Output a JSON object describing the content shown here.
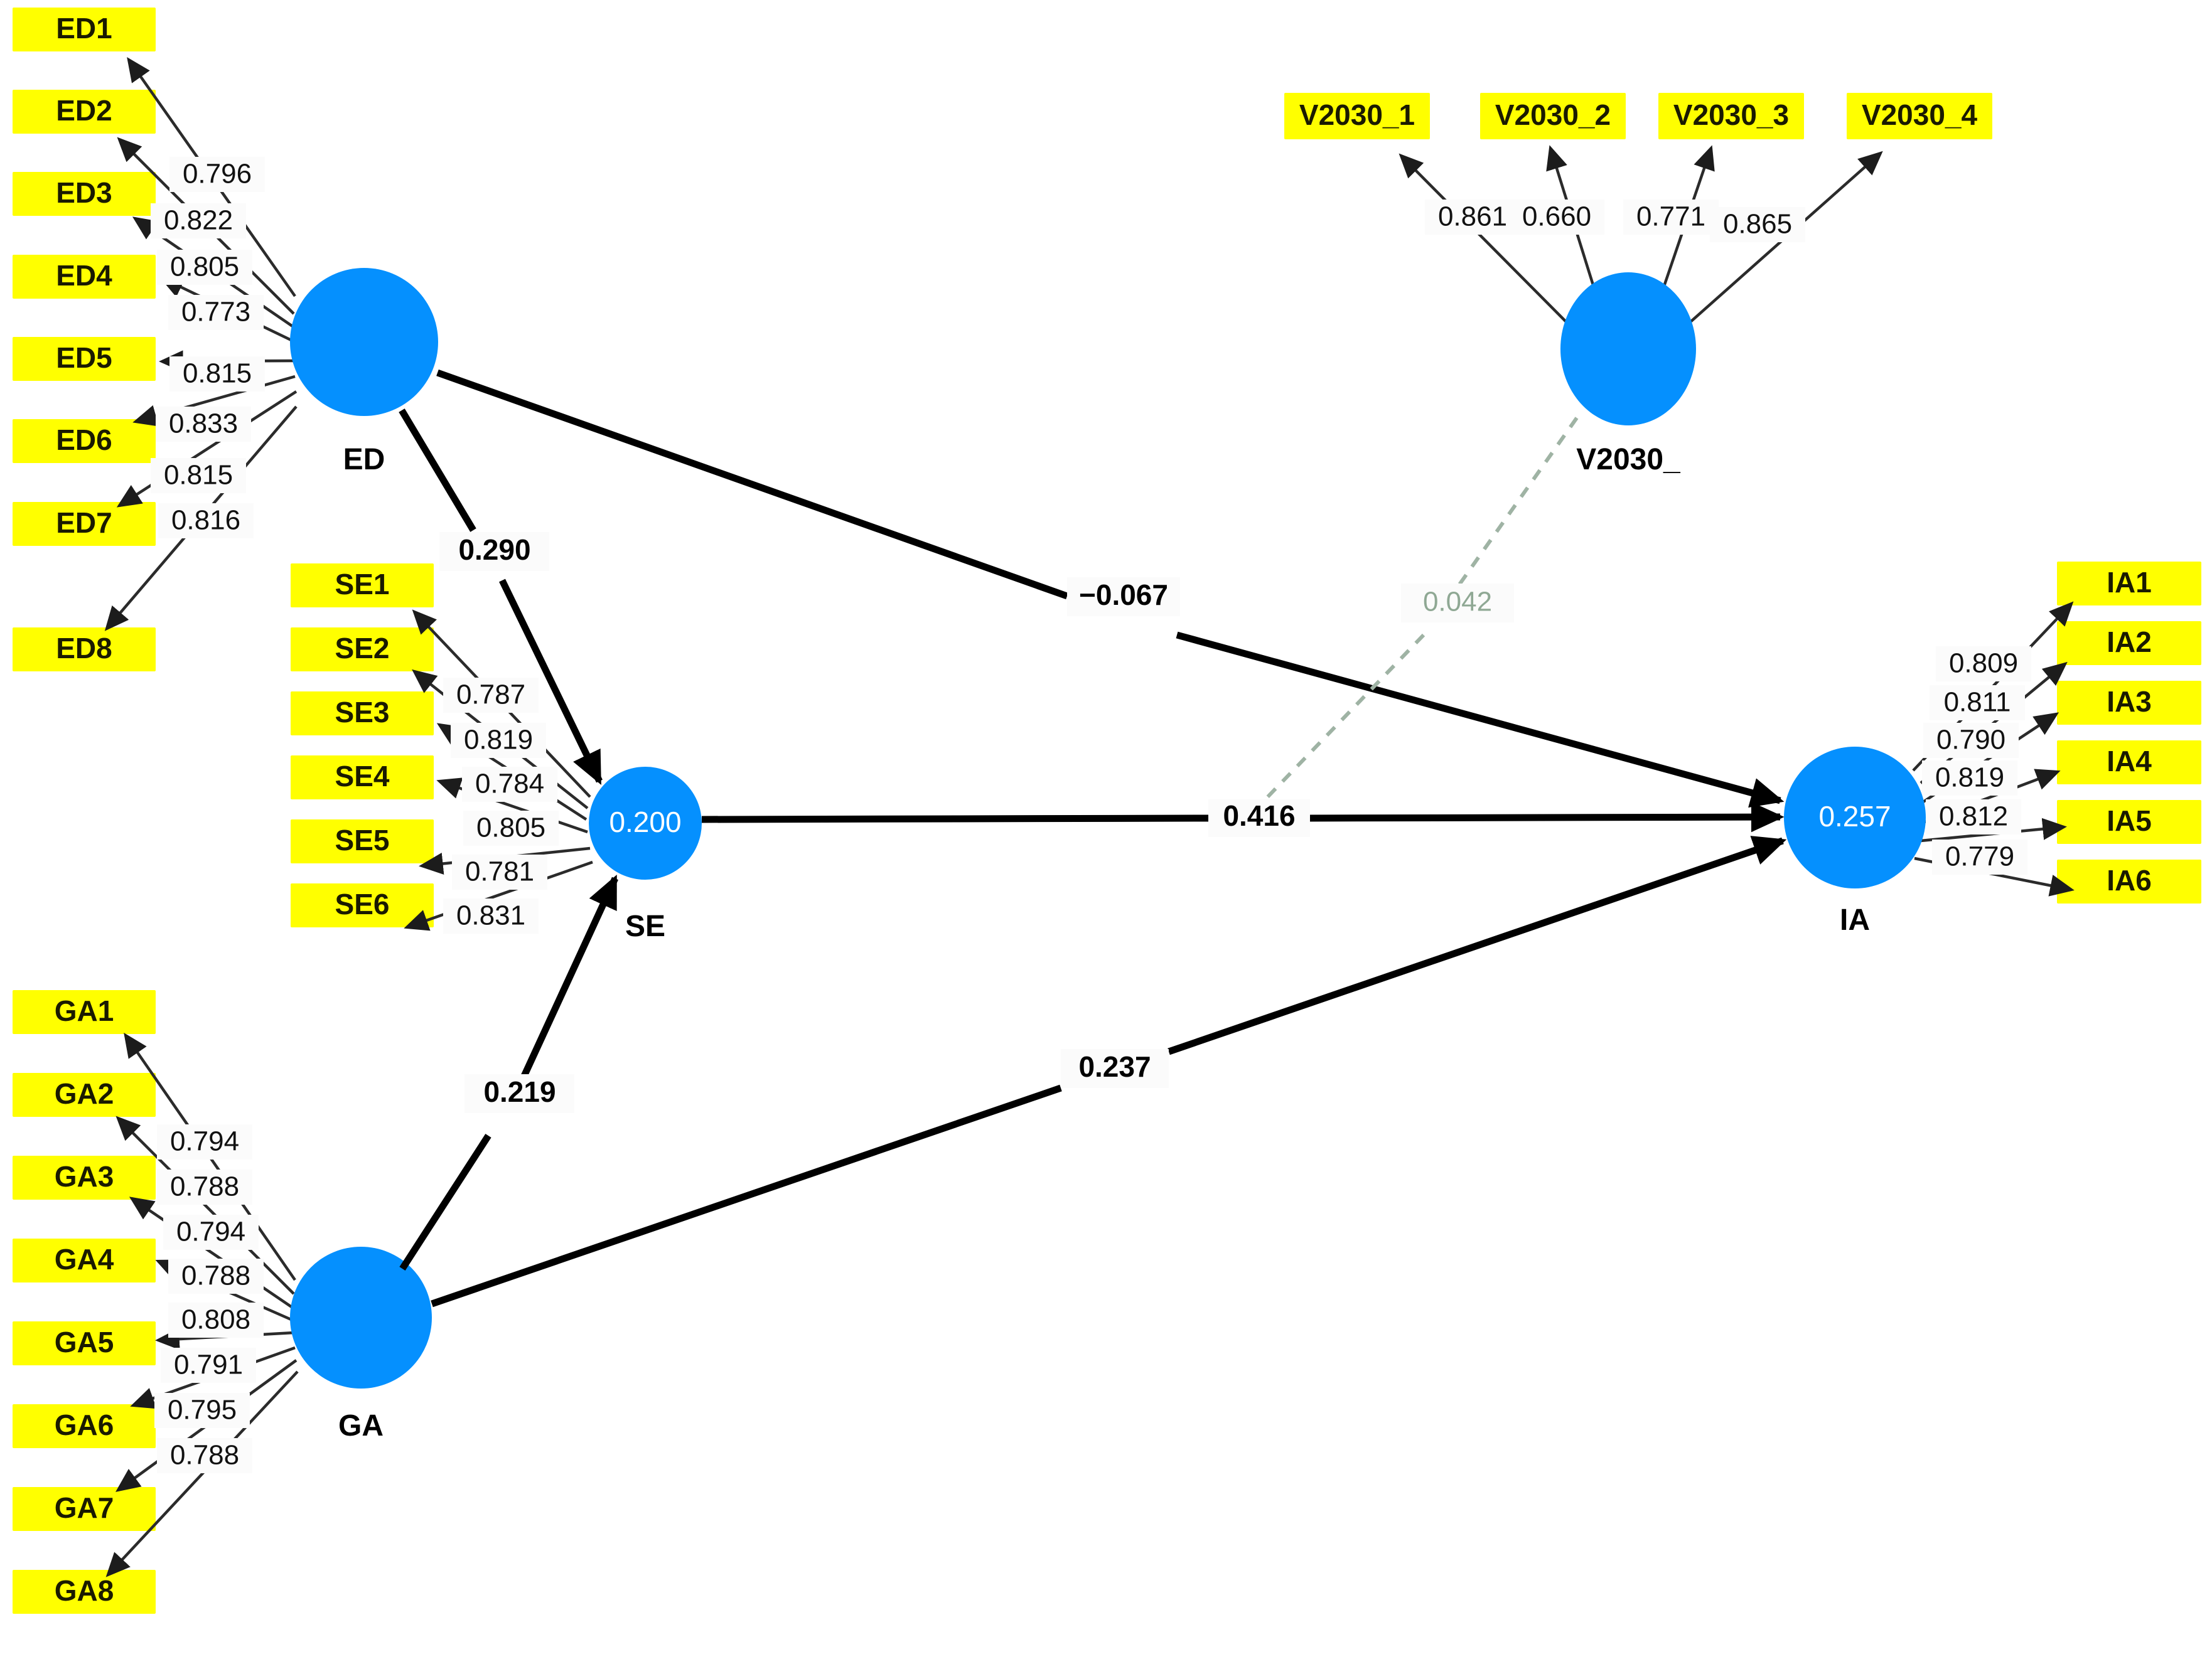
{
  "diagram": {
    "title": "Structural Equation Model Path Diagram",
    "colors": {
      "indicator_box": "#FFFF00",
      "latent_circle": "#0590FE",
      "edge": "#000000",
      "moderation_edge": "#9FB3A4",
      "background": "#FFFFFF"
    }
  },
  "constructs": {
    "ED": {
      "name": "ED",
      "r2": "",
      "indicators": [
        "ED1",
        "ED2",
        "ED3",
        "ED4",
        "ED5",
        "ED6",
        "ED7",
        "ED8"
      ],
      "loadings": [
        "0.796",
        "0.822",
        "0.805",
        "0.773",
        "0.815",
        "0.833",
        "0.815",
        "0.816"
      ]
    },
    "SE": {
      "name": "SE",
      "r2": "0.200",
      "indicators": [
        "SE1",
        "SE2",
        "SE3",
        "SE4",
        "SE5",
        "SE6"
      ],
      "loadings": [
        "0.787",
        "0.819",
        "0.784",
        "0.805",
        "0.781",
        "0.831"
      ]
    },
    "GA": {
      "name": "GA",
      "r2": "",
      "indicators": [
        "GA1",
        "GA2",
        "GA3",
        "GA4",
        "GA5",
        "GA6",
        "GA7",
        "GA8"
      ],
      "loadings": [
        "0.794",
        "0.788",
        "0.794",
        "0.788",
        "0.808",
        "0.791",
        "0.795",
        "0.788"
      ]
    },
    "IA": {
      "name": "IA",
      "r2": "0.257",
      "indicators": [
        "IA1",
        "IA2",
        "IA3",
        "IA4",
        "IA5",
        "IA6"
      ],
      "loadings": [
        "0.809",
        "0.811",
        "0.790",
        "0.819",
        "0.812",
        "0.779"
      ]
    },
    "V2030": {
      "name": "V2030_",
      "r2": "",
      "indicators": [
        "V2030_1",
        "V2030_2",
        "V2030_3",
        "V2030_4"
      ],
      "loadings": [
        "0.861",
        "0.660",
        "0.771",
        "0.865"
      ]
    }
  },
  "structural_paths": [
    {
      "id": "ed-se",
      "from": "ED",
      "to": "SE",
      "coefficient": "0.290",
      "style": "thick"
    },
    {
      "id": "ed-ia",
      "from": "ED",
      "to": "IA",
      "coefficient": "−0.067",
      "style": "thick"
    },
    {
      "id": "se-ia",
      "from": "SE",
      "to": "IA",
      "coefficient": "0.416",
      "style": "thick"
    },
    {
      "id": "ga-se",
      "from": "GA",
      "to": "SE",
      "coefficient": "0.219",
      "style": "thick"
    },
    {
      "id": "ga-ia",
      "from": "GA",
      "to": "IA",
      "coefficient": "0.237",
      "style": "thick"
    },
    {
      "id": "v2030-ia",
      "from": "V2030_",
      "to": "IA",
      "coefficient": "0.042",
      "style": "dashed-moderation"
    }
  ],
  "chart_data": {
    "type": "diagram",
    "title": "PLS-SEM path model",
    "latent_variables": [
      {
        "label": "ED",
        "r2": null,
        "n_indicators": 8
      },
      {
        "label": "SE",
        "r2": 0.2,
        "n_indicators": 6
      },
      {
        "label": "GA",
        "r2": null,
        "n_indicators": 8
      },
      {
        "label": "IA",
        "r2": 0.257,
        "n_indicators": 6
      },
      {
        "label": "V2030_",
        "r2": null,
        "n_indicators": 4
      }
    ],
    "outer_loadings": {
      "ED": [
        0.796,
        0.822,
        0.805,
        0.773,
        0.815,
        0.833,
        0.815,
        0.816
      ],
      "SE": [
        0.787,
        0.819,
        0.784,
        0.805,
        0.781,
        0.831
      ],
      "GA": [
        0.794,
        0.788,
        0.794,
        0.788,
        0.808,
        0.791,
        0.795,
        0.788
      ],
      "IA": [
        0.809,
        0.811,
        0.79,
        0.819,
        0.812,
        0.779
      ],
      "V2030_": [
        0.861,
        0.66,
        0.771,
        0.865
      ]
    },
    "path_coefficients": [
      {
        "from": "ED",
        "to": "SE",
        "value": 0.29
      },
      {
        "from": "ED",
        "to": "IA",
        "value": -0.067
      },
      {
        "from": "SE",
        "to": "IA",
        "value": 0.416
      },
      {
        "from": "GA",
        "to": "SE",
        "value": 0.219
      },
      {
        "from": "GA",
        "to": "IA",
        "value": 0.237
      },
      {
        "from": "V2030_",
        "to": "IA",
        "value": 0.042,
        "moderation": true
      }
    ]
  }
}
